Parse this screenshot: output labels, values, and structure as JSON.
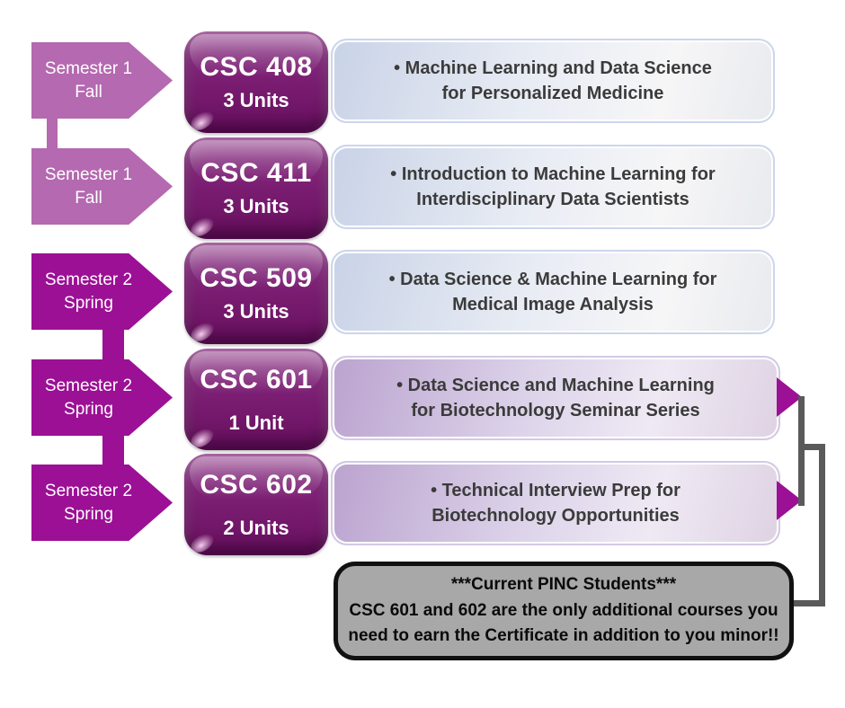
{
  "palette": {
    "light_arrow": "#b469b0",
    "dark_arrow": "#9c1095",
    "course_box_purple": "#7a1d72",
    "desc_blue_left": "#c9d3e7",
    "desc_purple_left": "#bba3cf",
    "connector_gray": "#5a5a5a",
    "note_background": "#a8a8a8",
    "note_border": "#111111"
  },
  "rows": [
    {
      "semester": {
        "line1": "Semester 1",
        "line2": "Fall",
        "tone": "light"
      },
      "course": {
        "code": "CSC 408",
        "units": "3 Units"
      },
      "description": {
        "line1": "• Machine Learning and Data Science",
        "line2": "for Personalized Medicine",
        "tone": "blue"
      }
    },
    {
      "semester": {
        "line1": "Semester 1",
        "line2": "Fall",
        "tone": "light"
      },
      "course": {
        "code": "CSC 411",
        "units": "3 Units"
      },
      "description": {
        "line1": "• Introduction to Machine Learning for",
        "line2": "Interdisciplinary Data Scientists",
        "tone": "blue"
      }
    },
    {
      "semester": {
        "line1": "Semester 2",
        "line2": "Spring",
        "tone": "dark"
      },
      "course": {
        "code": "CSC 509",
        "units": "3 Units"
      },
      "description": {
        "line1": "• Data Science & Machine Learning for",
        "line2": "Medical Image Analysis",
        "tone": "blue"
      }
    },
    {
      "semester": {
        "line1": "Semester 2",
        "line2": "Spring",
        "tone": "dark"
      },
      "course": {
        "code": "CSC 601",
        "units": "1 Unit"
      },
      "description": {
        "line1": "• Data Science and Machine Learning",
        "line2": "for Biotechnology Seminar Series",
        "tone": "purple"
      }
    },
    {
      "semester": {
        "line1": "Semester 2",
        "line2": "Spring",
        "tone": "dark"
      },
      "course": {
        "code": "CSC 602",
        "units": "2 Units"
      },
      "description": {
        "line1": "• Technical Interview Prep for",
        "line2": "Biotechnology Opportunities",
        "tone": "purple"
      }
    }
  ],
  "note": {
    "line1": "***Current PINC Students***",
    "line2": "CSC 601 and 602 are the only additional courses you",
    "line3": "need to earn the Certificate in addition to you minor!!"
  }
}
